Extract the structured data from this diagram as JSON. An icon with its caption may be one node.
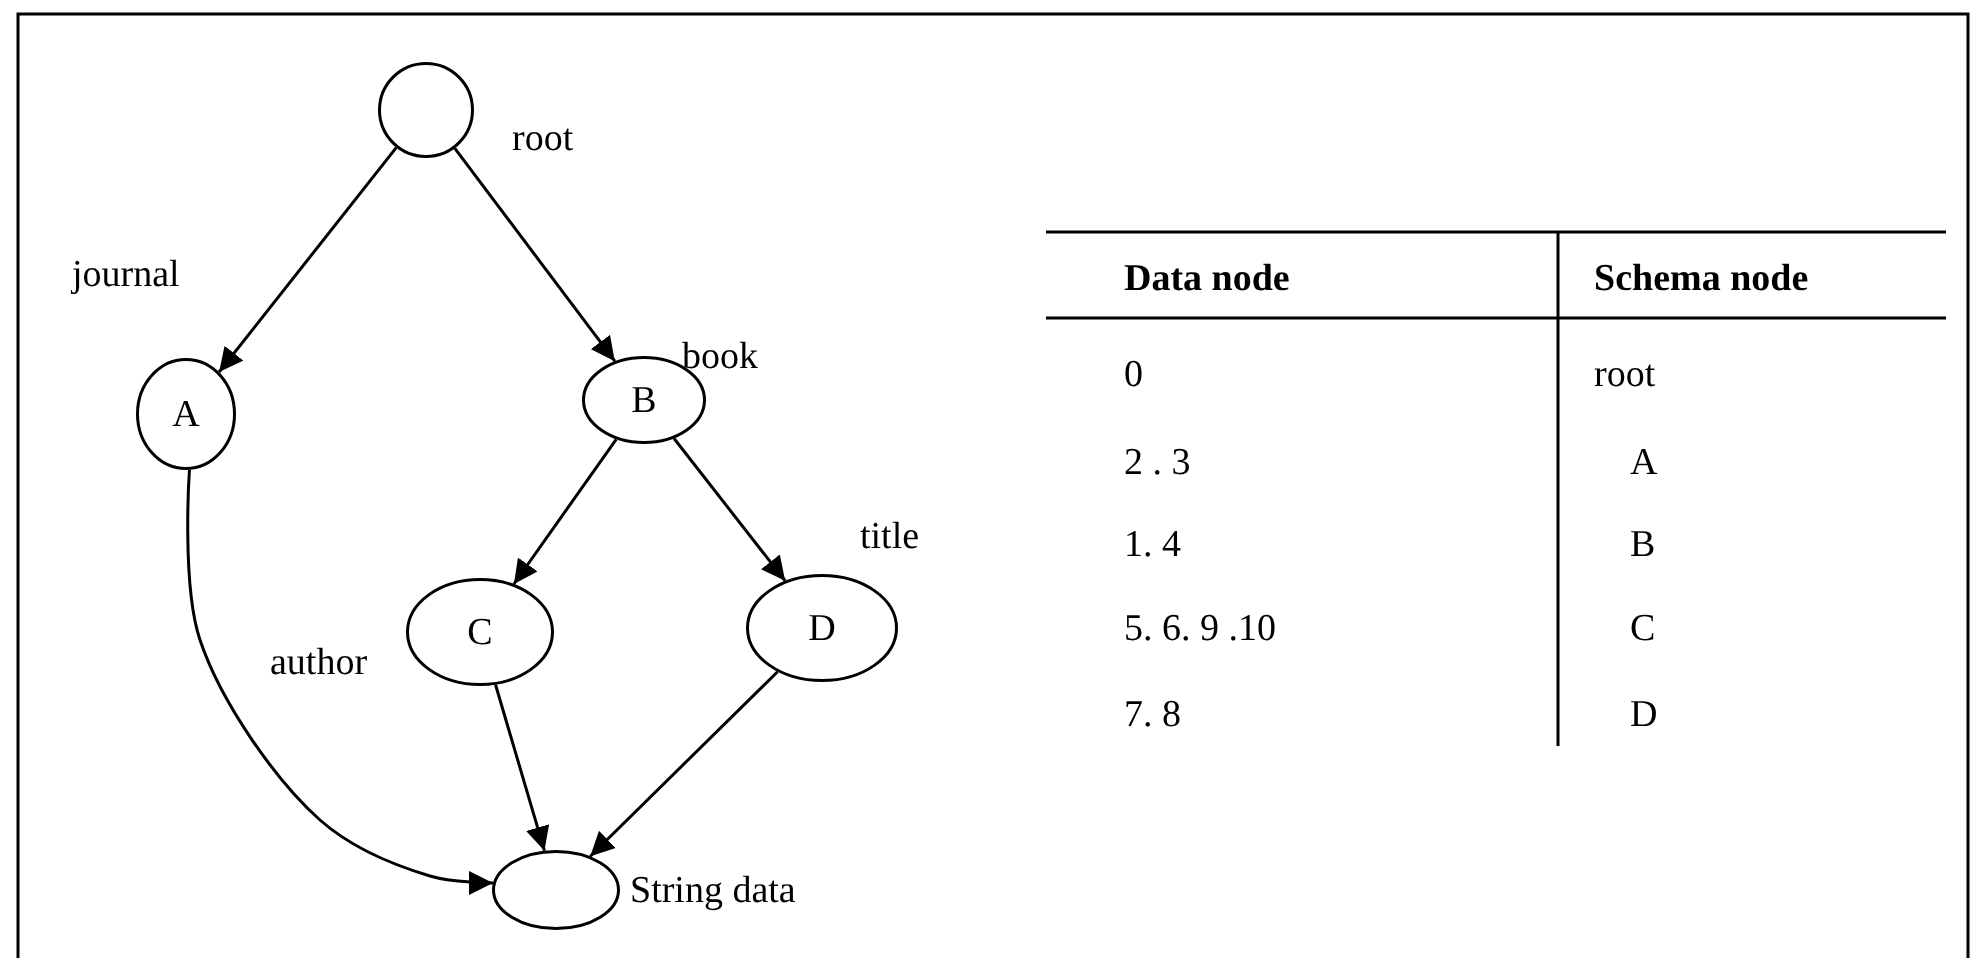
{
  "diagram": {
    "nodes": [
      {
        "text": [],
        "shape": "circle",
        "beside": [
          "root"
        ]
      },
      {
        "text": [
          "A"
        ],
        "beside": [
          "journal"
        ]
      },
      {
        "text": [
          "B"
        ],
        "beside": [
          "book"
        ]
      },
      {
        "text": [
          "C"
        ],
        "beside": [
          "author"
        ]
      },
      {
        "text": [
          "D"
        ],
        "beside": [
          "title"
        ]
      },
      {
        "text": [],
        "shape": "ellipse",
        "beside": [
          "String data"
        ]
      }
    ],
    "edges": [
      {
        "from": 0,
        "to": 1,
        "arrow": "to"
      },
      {
        "from": 0,
        "to": 2,
        "arrow": "to"
      },
      {
        "from": 2,
        "to": 3,
        "arrow": "to"
      },
      {
        "from": 2,
        "to": 4,
        "arrow": "to"
      },
      {
        "from": 1,
        "to": 5,
        "arrow": "to"
      },
      {
        "from": 3,
        "to": 5,
        "arrow": "to"
      },
      {
        "from": 4,
        "to": 5,
        "arrow": "to"
      }
    ],
    "labels": [
      "Data node",
      "Schema node",
      "0",
      "root",
      "2 . 3",
      "A",
      "1. 4",
      "B",
      "5. 6. 9 .10",
      "C",
      "7. 8",
      "D"
    ]
  }
}
